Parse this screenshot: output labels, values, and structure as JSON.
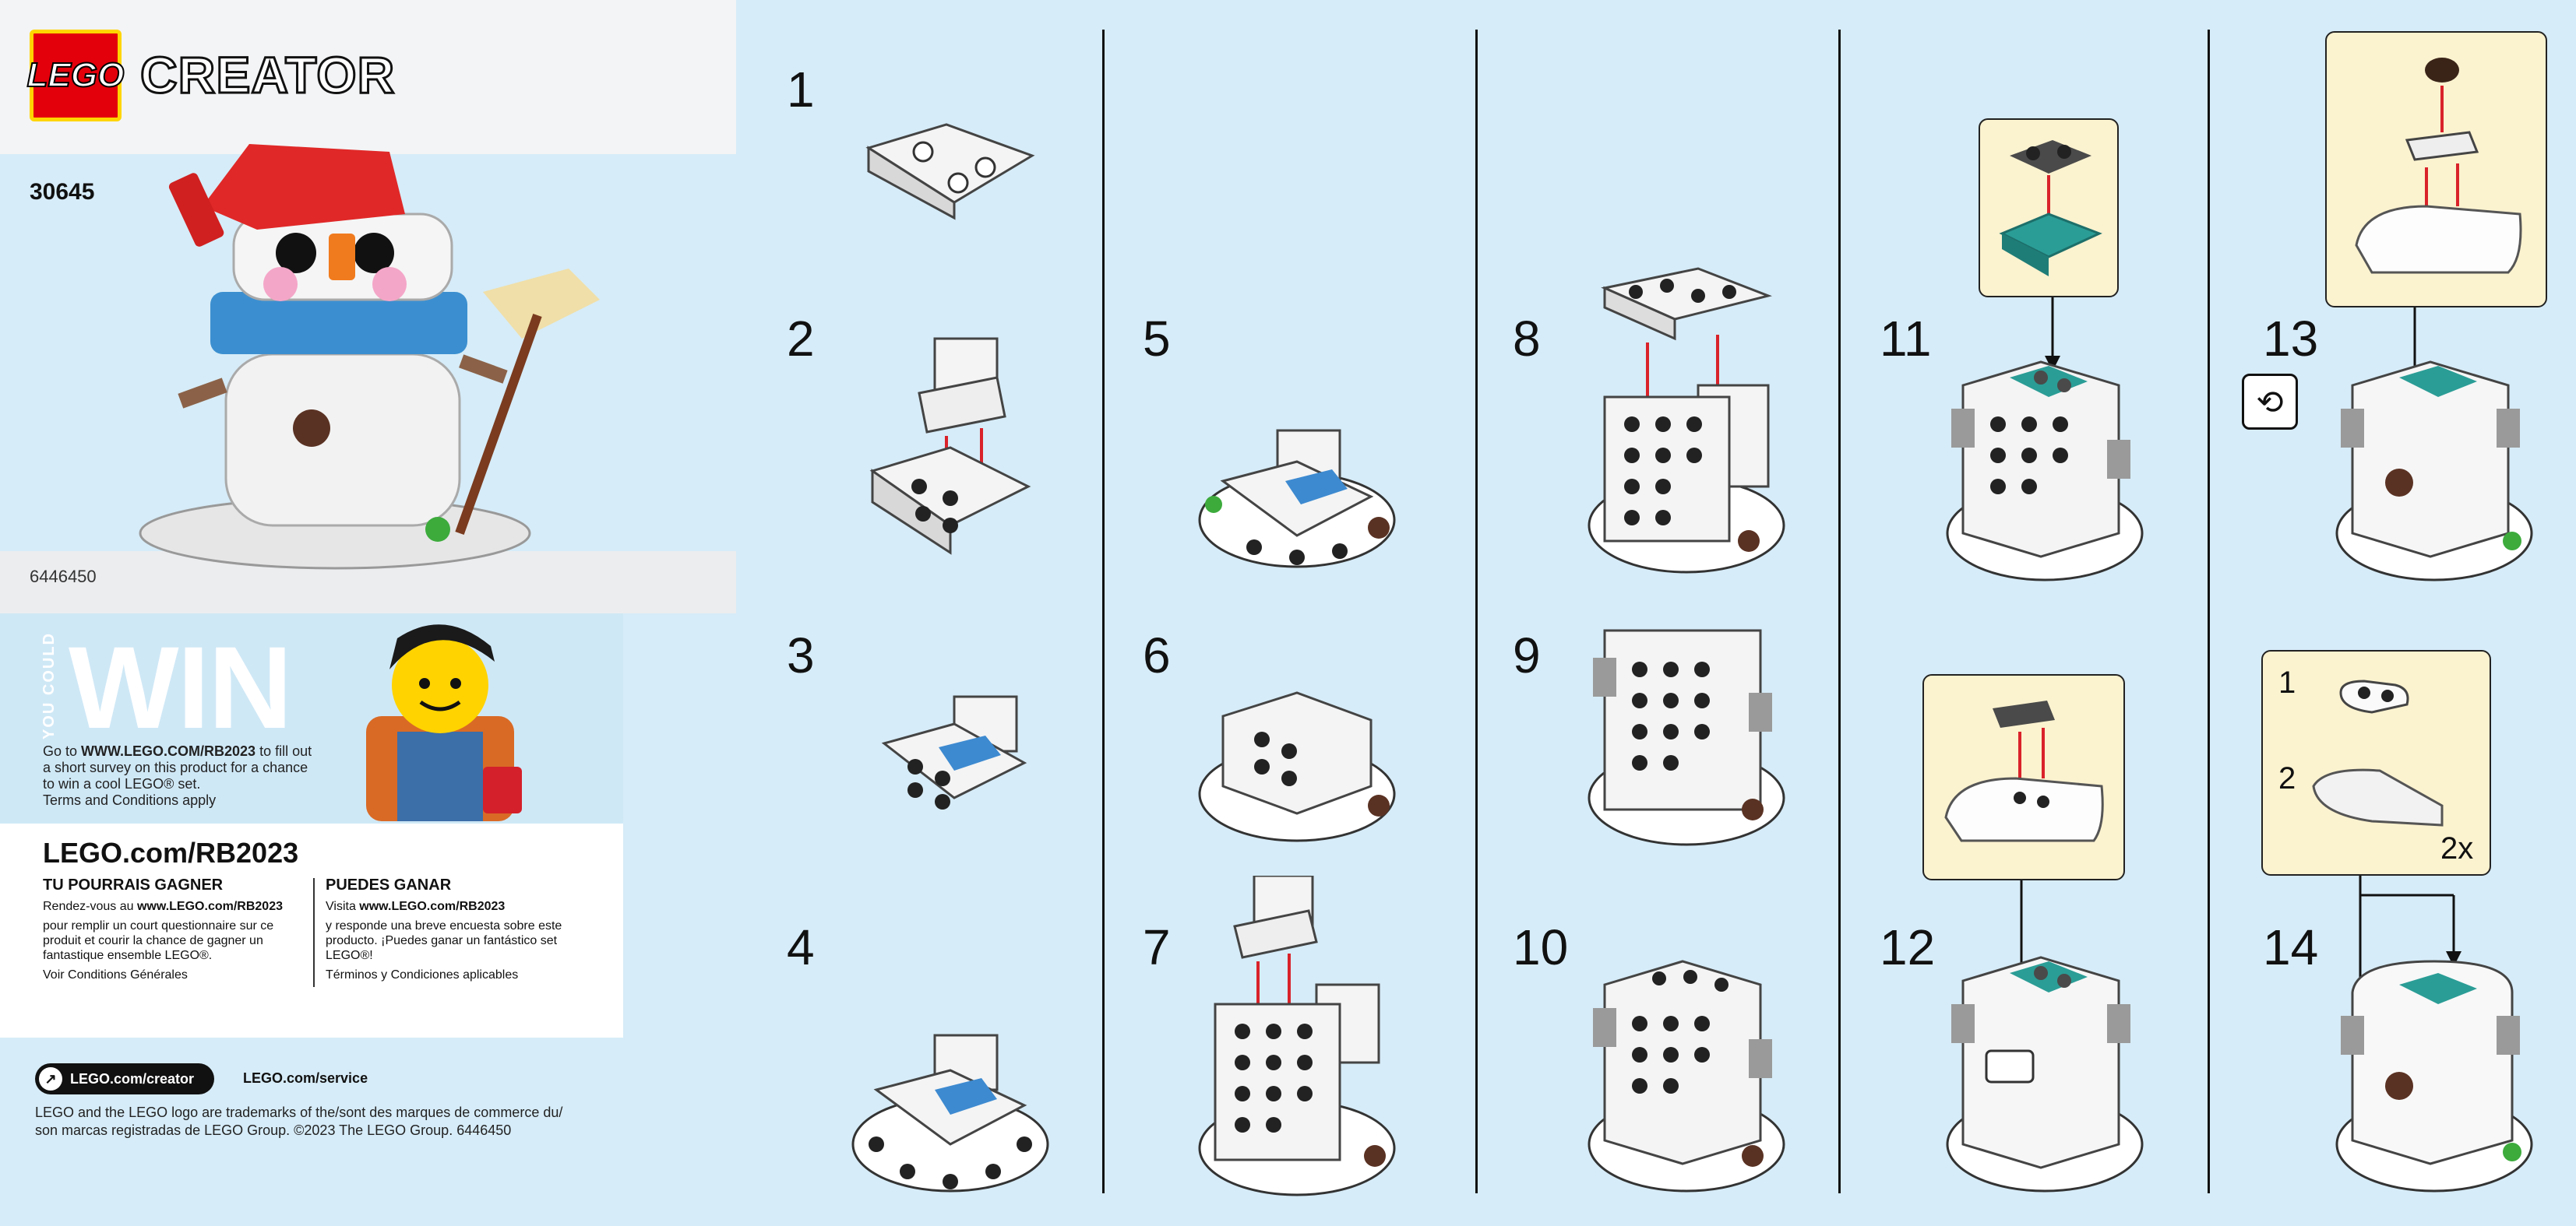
{
  "cover": {
    "brand": "LEGO",
    "line": "CREATOR",
    "set_number": "30645",
    "set_code": "6446450"
  },
  "promo": {
    "you_could": "YOU COULD",
    "win": "WIN",
    "text_prefix": "Go to ",
    "text_url": "WWW.LEGO.COM/RB2023",
    "text_body": "to fill out a short survey on this product for a chance to win a cool LEGO® set.",
    "terms": "Terms and Conditions apply",
    "url_big": "LEGO.com/RB2023",
    "fr": {
      "heading": "TU POURRAIS GAGNER",
      "line1_prefix": "Rendez-vous au ",
      "line1_url": "www.LEGO.com/RB2023",
      "body": "pour remplir un court questionnaire sur ce produit et courir la chance de gagner un fantastique ensemble LEGO®.",
      "terms": "Voir Conditions Générales"
    },
    "es": {
      "heading": "PUEDES GANAR",
      "line1_prefix": "Visita ",
      "line1_url": "www.LEGO.com/RB2023",
      "body": "y responde una breve encuesta sobre este producto. ¡Puedes ganar un fantástico set LEGO®!",
      "terms": "Términos y Condiciones aplicables"
    }
  },
  "footer": {
    "creator_link": "LEGO.com/creator",
    "service_link": "LEGO.com/service",
    "trademark_line1": "LEGO and the LEGO logo are trademarks of the/sont des marques de commerce du/",
    "trademark_line2": "son marcas registradas de LEGO Group. ©2023 The LEGO Group. 6446450"
  },
  "steps": {
    "s1": "1",
    "s2": "2",
    "s3": "3",
    "s4": "4",
    "s5": "5",
    "s6": "6",
    "s7": "7",
    "s8": "8",
    "s9": "9",
    "s10": "10",
    "s11": "11",
    "s12": "12",
    "s13": "13",
    "s14": "14"
  },
  "callouts": {
    "sub1": "1",
    "sub2": "2",
    "qty": "2x"
  },
  "colors": {
    "background": "#d6ecf8",
    "lego_red": "#e3000b",
    "lego_yellow": "#ffd500",
    "brick_white": "#f4f4f4",
    "brick_teal": "#2a9d96",
    "brick_blue": "#3d8ad0",
    "arrow_red": "#d9222a",
    "callout_bg": "#fbf2cf"
  }
}
